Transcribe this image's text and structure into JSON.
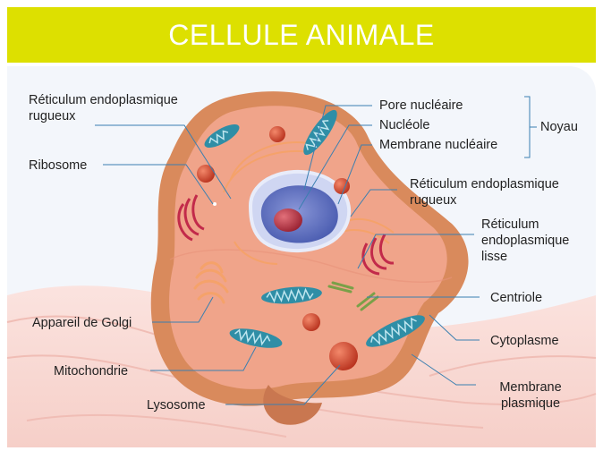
{
  "title": "CELLULE ANIMALE",
  "colors": {
    "title_bar": "#dde000",
    "membrane": "#d98a5c",
    "cytoplasm": "#f0a48a",
    "mitochondria": "#2f8ea6",
    "nucleus": "#5a6fc0",
    "nucleolus": "#c0394a",
    "golgi": "#f5a26a",
    "rough_er": "#c22a4a",
    "lysosome": "#d9462f",
    "leader_line": "#3a7fb0"
  },
  "labels": {
    "reticulum_rugueux_left": "Réticulum endoplasmique rugueux",
    "ribosome": "Ribosome",
    "appareil_golgi": "Appareil de Golgi",
    "mitochondrie": "Mitochondrie",
    "lysosome": "Lysosome",
    "pore_nucleaire": "Pore nucléaire",
    "nucleole": "Nucléole",
    "membrane_nucleaire": "Membrane nucléaire",
    "noyau": "Noyau",
    "reticulum_rugueux_right": "Réticulum endoplasmique rugueux",
    "reticulum_lisse": "Réticulum endoplasmique lisse",
    "centriole": "Centriole",
    "cytoplasme": "Cytoplasme",
    "membrane_plasmique": "Membrane plasmique"
  }
}
